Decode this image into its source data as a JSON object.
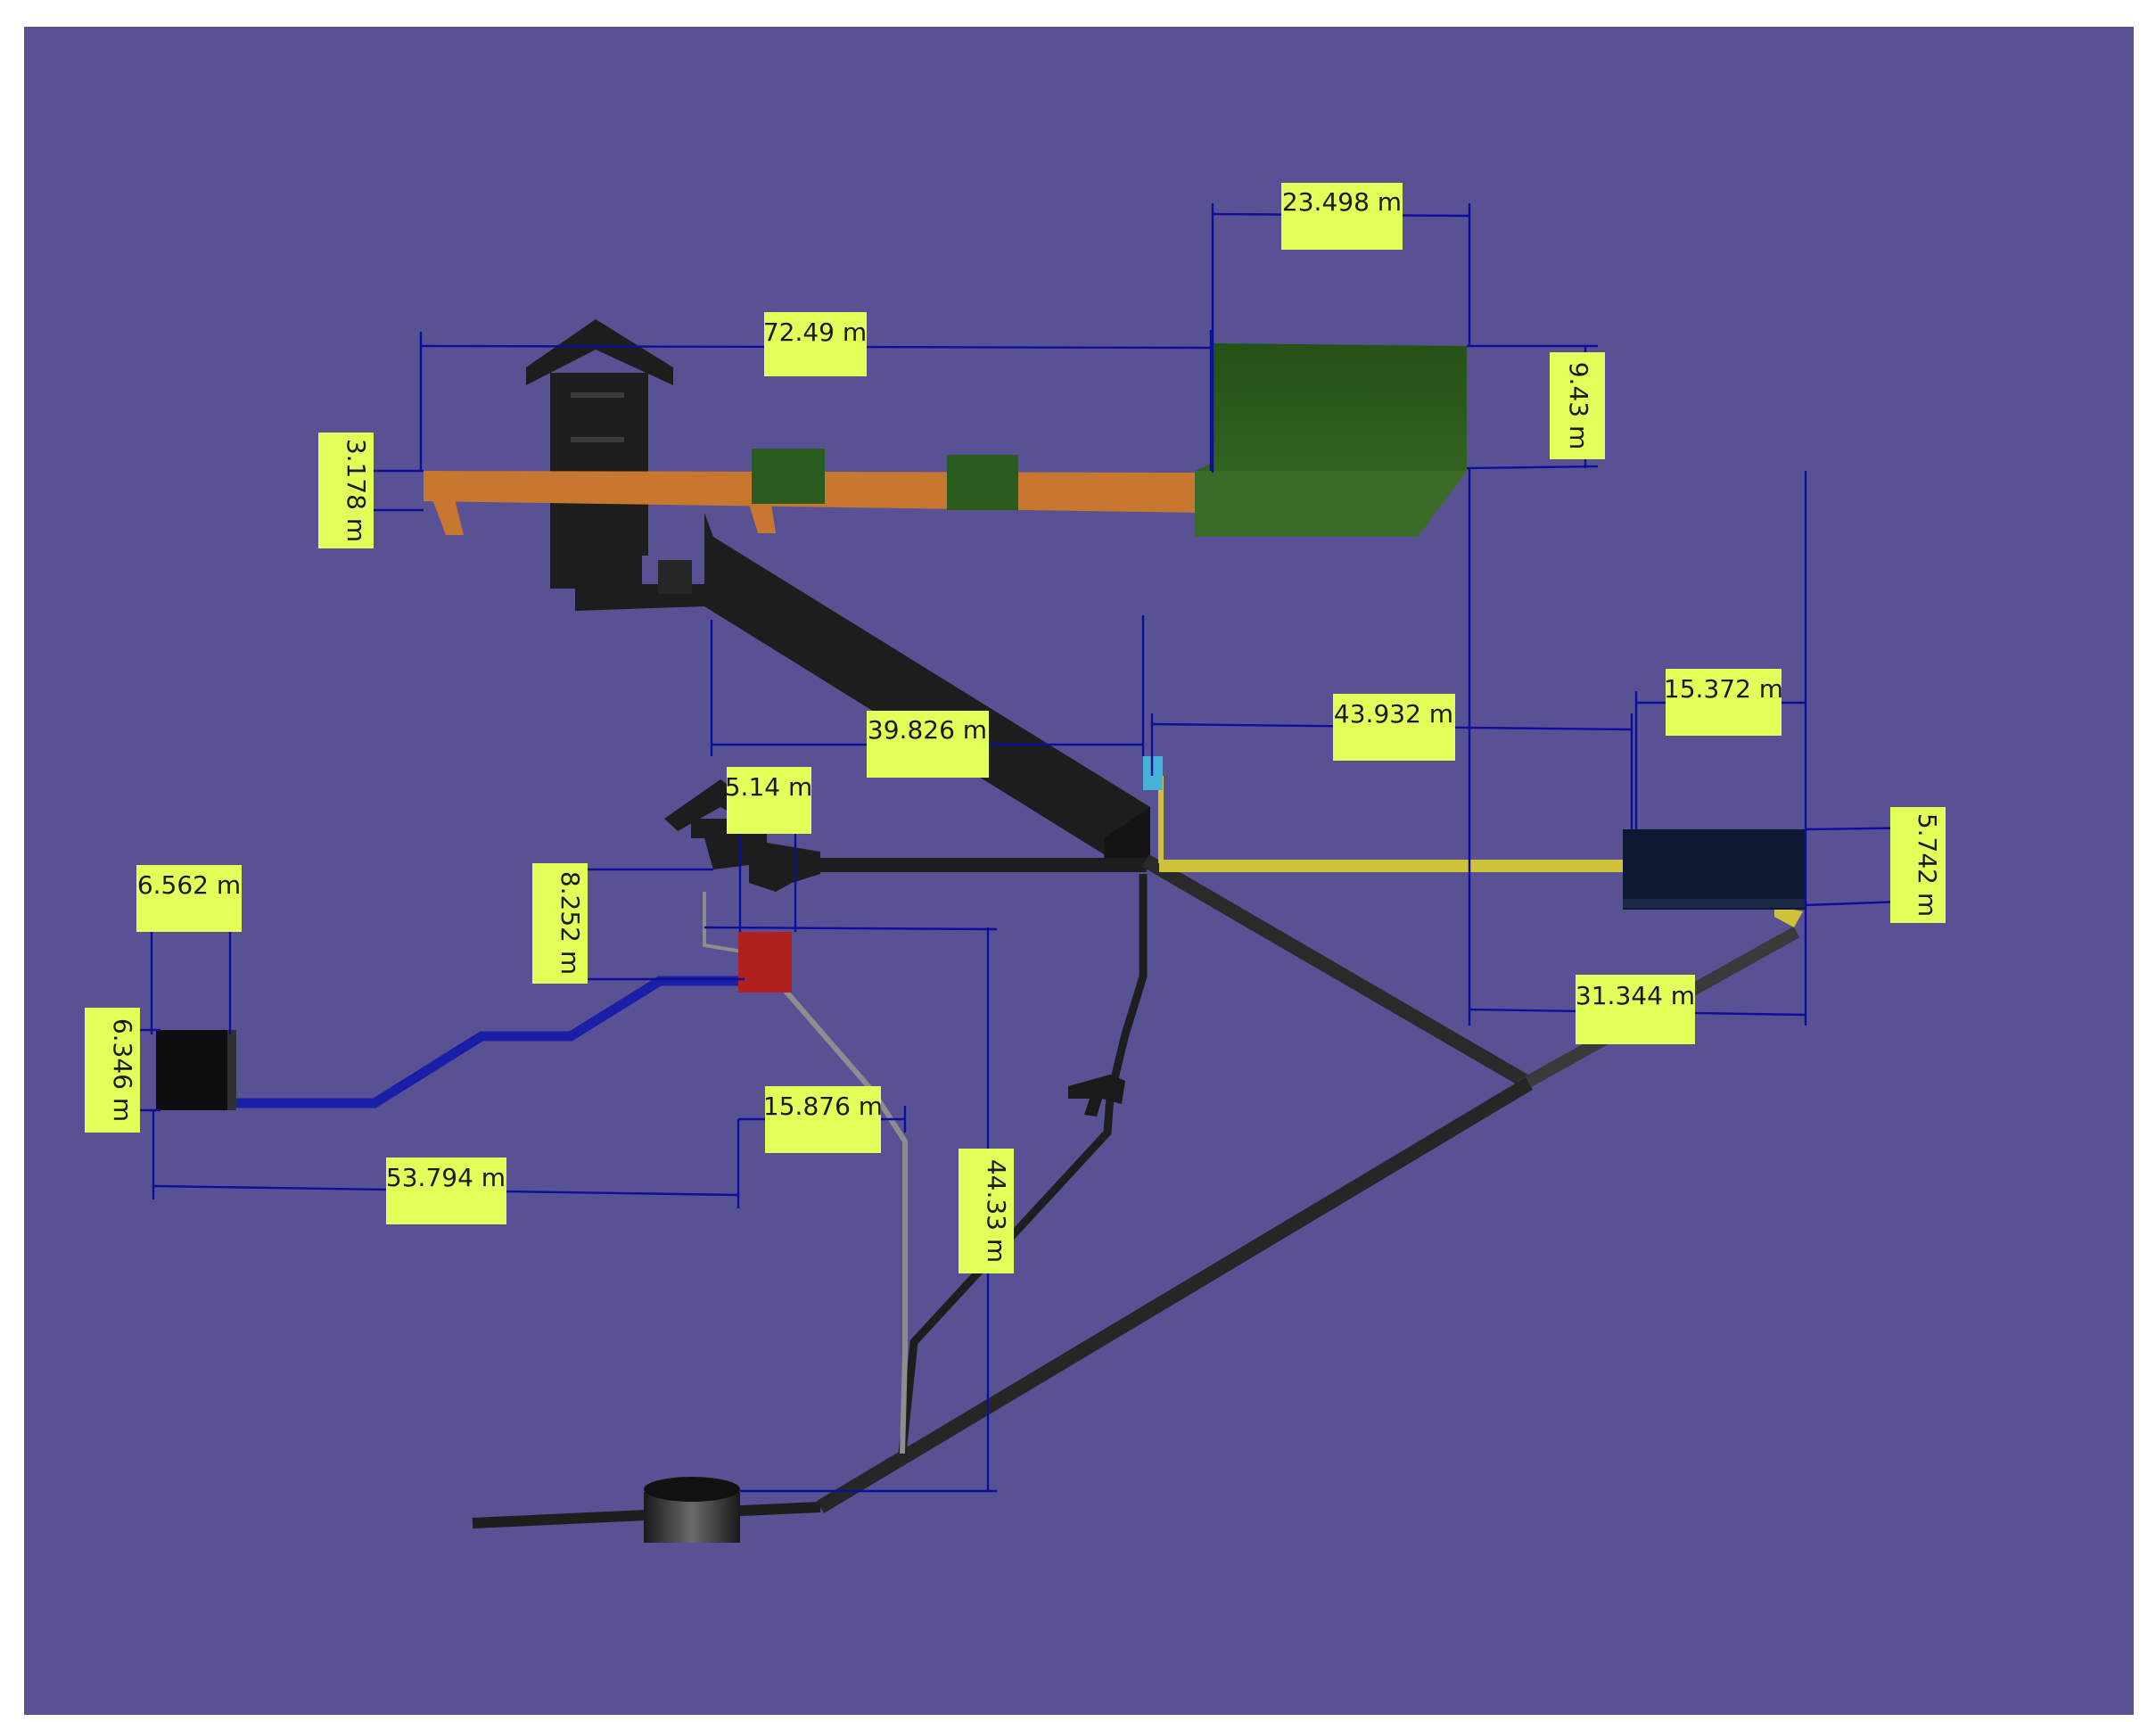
{
  "scene": {
    "background_color": "#585294",
    "frame_color": "#ffffff",
    "annotation_color": "#0c0f9a",
    "label_color": "#e3ff5a",
    "objects": {
      "tower_icon": "house-tower-icon",
      "orange_beam": "#c8782e",
      "green_tank": "#2b5a1a",
      "small_green_boxes": "#2a5c1f",
      "black_pipe": "#1e1e1e",
      "navy_box": "#0d1832",
      "red_box": "#b0201c",
      "blue_pipe": "#1a1fa8",
      "yellow_pipe": "#cfc23a",
      "cyan_marker": "#45b3d6",
      "gray_pipe": "#8a8a8a",
      "cylinder": "#222222"
    }
  },
  "dimensions": {
    "d1": "23.498 m",
    "d2": "72.49 m",
    "d3": "9.43 m",
    "d4": "3.178 m",
    "d5": "39.826 m",
    "d6": "43.932 m",
    "d7": "15.372 m",
    "d8": "5.742 m",
    "d9": "5.14 m",
    "d10": "8.252 m",
    "d11": "6.562 m",
    "d12": "6.346 m",
    "d13": "31.344 m",
    "d14": "15.876 m",
    "d15": "53.794 m",
    "d16": "44.33 m"
  }
}
